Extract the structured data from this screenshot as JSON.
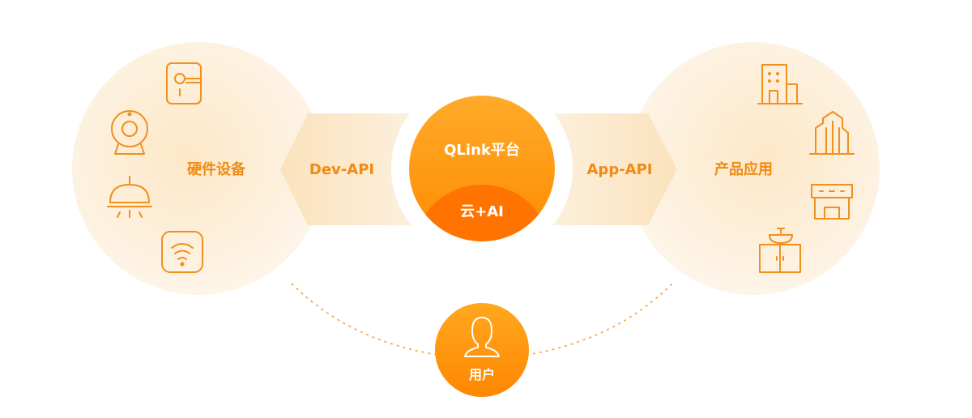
{
  "hardware": {
    "label": "硬件设备",
    "icons": [
      "door-lock-icon",
      "camera-icon",
      "ceiling-lamp-icon",
      "wifi-router-icon"
    ]
  },
  "dev_api": {
    "label": "Dev-API"
  },
  "platform": {
    "name": "QLink平台",
    "core": "云+AI"
  },
  "app_api": {
    "label": "App-API"
  },
  "products": {
    "label": "产品应用",
    "icons": [
      "building-icon",
      "office-tower-icon",
      "storefront-icon",
      "cabinet-sink-icon"
    ]
  },
  "user": {
    "label": "用户",
    "icon": "user-icon"
  },
  "colors": {
    "accent": "#f08a12",
    "accent_light": "#fcd9a2",
    "platform_top": "#ffa21a",
    "platform_bottom": "#ff7a00",
    "panel_bg": "#fdf0dc",
    "icon_stroke": "#f0901e"
  }
}
